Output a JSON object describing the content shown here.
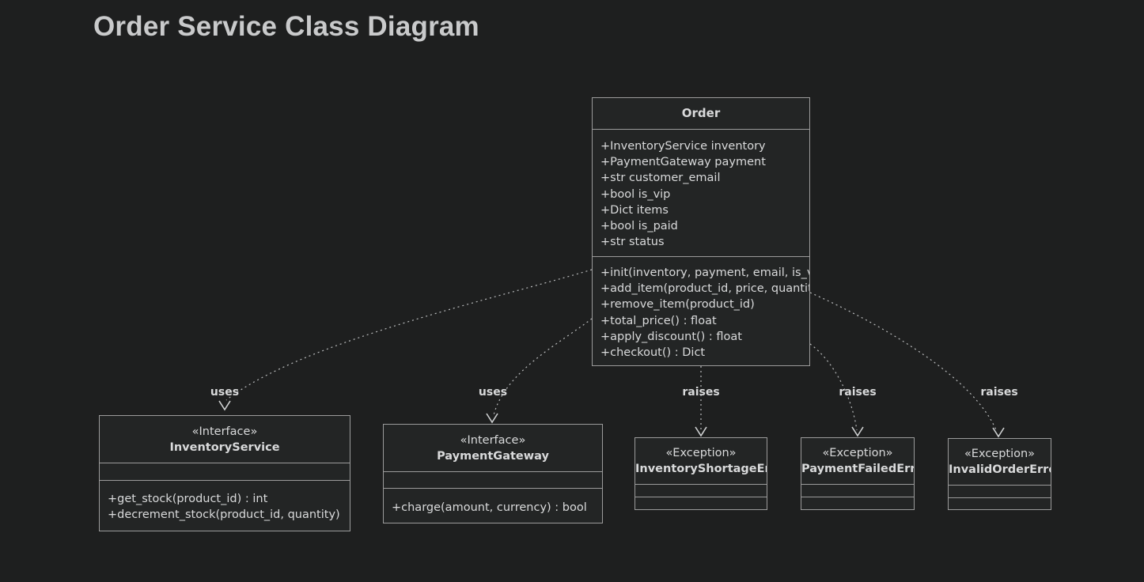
{
  "title": "Order Service Class Diagram",
  "colors": {
    "background": "#1e1f1f",
    "box_fill": "#232525",
    "box_border": "#9b9b9b",
    "text": "#d9dadb",
    "edge_line": "#b9bbbc"
  },
  "classes": {
    "order": {
      "name": "Order",
      "attributes": [
        "+InventoryService inventory",
        "+PaymentGateway payment",
        "+str customer_email",
        "+bool is_vip",
        "+Dict items",
        "+bool is_paid",
        "+str status"
      ],
      "methods": [
        "+init(inventory, payment, email, is_vip)",
        "+add_item(product_id, price, quantity)",
        "+remove_item(product_id)",
        "+total_price() : float",
        "+apply_discount() : float",
        "+checkout() : Dict"
      ]
    },
    "inventoryService": {
      "stereotype": "«Interface»",
      "name": "InventoryService",
      "methods": [
        "+get_stock(product_id) : int",
        "+decrement_stock(product_id, quantity)"
      ]
    },
    "paymentGateway": {
      "stereotype": "«Interface»",
      "name": "PaymentGateway",
      "methods": [
        "+charge(amount, currency) : bool"
      ]
    },
    "inventoryShortageError": {
      "stereotype": "«Exception»",
      "name": "InventoryShortageError"
    },
    "paymentFailedError": {
      "stereotype": "«Exception»",
      "name": "PaymentFailedError"
    },
    "invalidOrderError": {
      "stereotype": "«Exception»",
      "name": "InvalidOrderError"
    }
  },
  "edges": [
    {
      "from": "Order",
      "to": "InventoryService",
      "label": "uses"
    },
    {
      "from": "Order",
      "to": "PaymentGateway",
      "label": "uses"
    },
    {
      "from": "Order",
      "to": "InventoryShortageError",
      "label": "raises"
    },
    {
      "from": "Order",
      "to": "PaymentFailedError",
      "label": "raises"
    },
    {
      "from": "Order",
      "to": "InvalidOrderError",
      "label": "raises"
    }
  ]
}
